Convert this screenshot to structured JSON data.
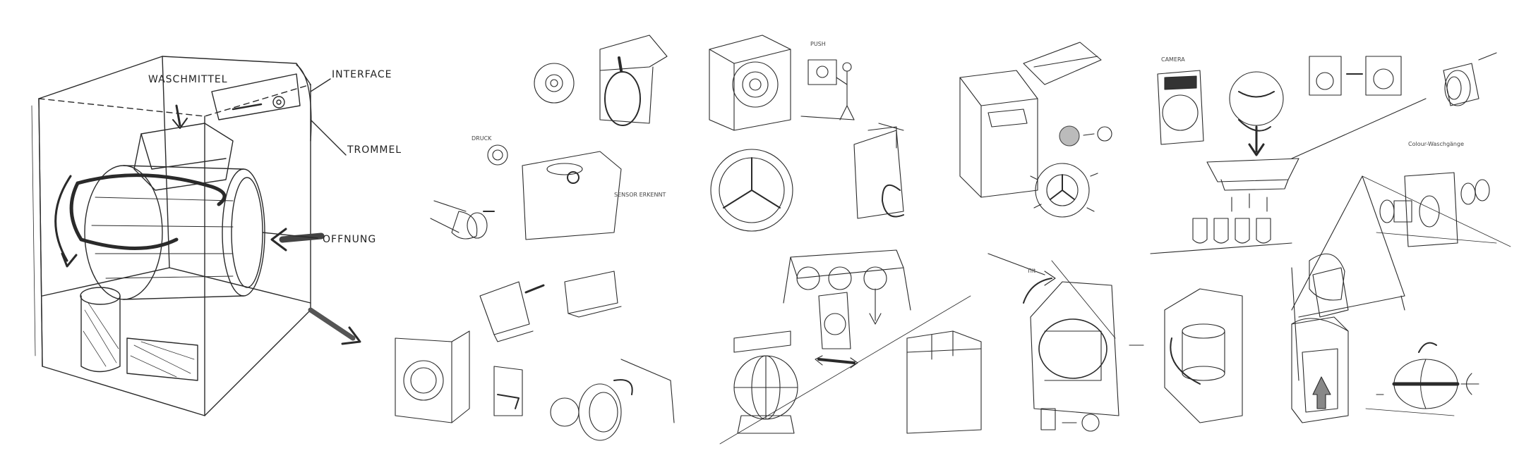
{
  "main_sketch": {
    "labels": {
      "waschmittel": "WASCHMITTEL",
      "interface": "INTERFACE",
      "trommel": "TROMMEL",
      "offnung": "OFFNUNG"
    }
  },
  "concept_sketches": {
    "notes": {
      "note_druck": "DRUCK",
      "note_sensor": "SENSOR ERKENNT",
      "note_push": "PUSH",
      "note_camera": "CAMERA",
      "note_colour": "Colour-Waschgänge",
      "note_tilt": "Tilt"
    }
  }
}
